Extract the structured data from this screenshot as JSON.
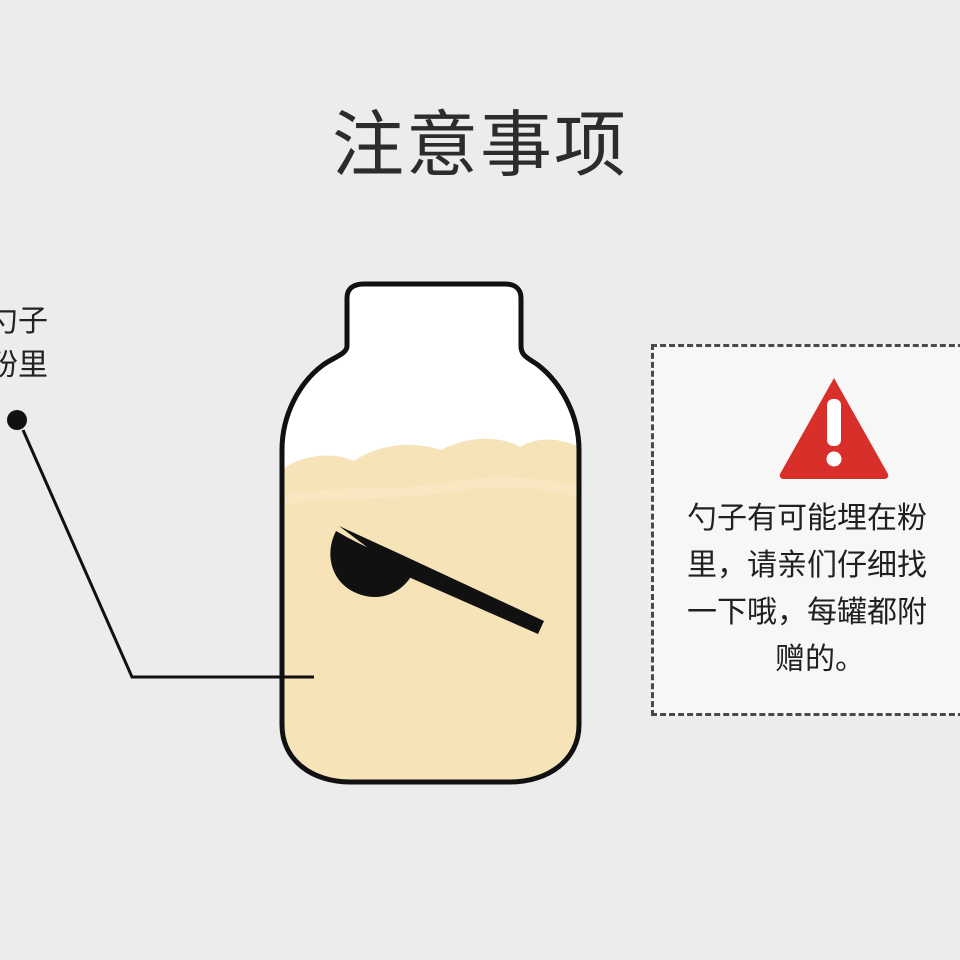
{
  "title": "注意事项",
  "left_callout": {
    "line1": "分勺子",
    "line2": "在粉里"
  },
  "warning": {
    "lines": [
      "勺子有可能埋在粉",
      "里，请亲们仔细找",
      "一下哦，每罐都附",
      "赠的。"
    ]
  },
  "colors": {
    "background": "#ececec",
    "powder": "#f6e3b8",
    "jar_outline": "#111111",
    "scoop": "#111111",
    "warning_red": "#d82f2a"
  },
  "icons": {
    "warning": "warning-triangle-icon",
    "jar": "powder-jar-icon",
    "scoop": "scoop-icon",
    "callout_dot": "callout-dot-icon"
  }
}
